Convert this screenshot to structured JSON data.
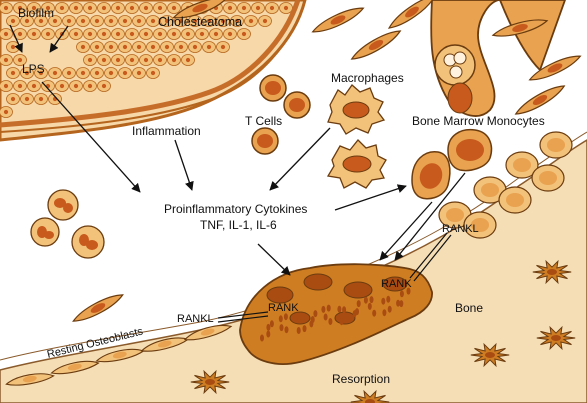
{
  "labels": {
    "biofilm": "Biofilm",
    "cholesteatoma": "Cholesteatoma",
    "lps": "LPS",
    "inflammation": "Inflammation",
    "t_cells": "T Cells",
    "macrophages": "Macrophages",
    "bone_marrow_monocytes": "Bone Marrow Monocytes",
    "cytokines_title": "Proinflammatory Cytokines",
    "cytokines_list": "TNF, IL-1, IL-6",
    "rankl_right": "RANKL",
    "rankl_left": "RANKL",
    "rank_left": "RANK",
    "rank_right": "RANK",
    "bone": "Bone",
    "resting_osteoblasts": "Resting Osteoblasts",
    "resorption": "Resorption"
  },
  "colors": {
    "cell_fill": "#e9a24f",
    "cell_nucleus": "#c75a1c",
    "cholesteatoma_bg": "#f6d8a9",
    "bone_fill": "#f5deb6",
    "osteoclast": "#cf7d22",
    "outline": "#6b3c0f"
  }
}
